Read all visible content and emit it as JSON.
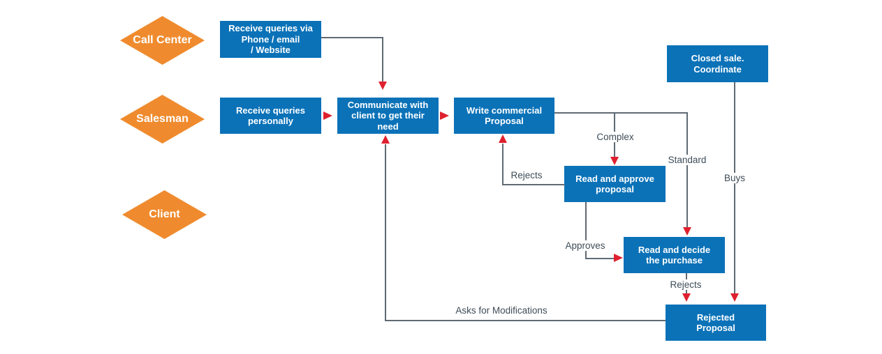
{
  "colors": {
    "box_blue": "#0b72b8",
    "diamond_orange": "#ef8b2e",
    "line_color": "#5f6a73",
    "arrow_red": "#df202e",
    "label_color": "#3e4c57",
    "box_text": "#ffffff",
    "canvas_bg": "#ffffff"
  },
  "lanes": {
    "call_center": "Call Center",
    "salesman": "Salesman",
    "client": "Client"
  },
  "nodes": {
    "receive_queries_channels": "Receive queries via\nPhone / email\n/ Website",
    "receive_queries_personally": "Receive queries\npersonally",
    "communicate_client_need": "Communicate with\nclient to get their\nneed",
    "write_commercial_proposal": "Write commercial\nProposal",
    "closed_sale_coordinate": "Closed sale.\nCoordinate",
    "read_approve_proposal": "Read and approve\nproposal",
    "read_decide_purchase": "Read and decide\nthe purchase",
    "rejected_proposal": "Rejected\nProposal"
  },
  "edge_labels": {
    "complex": "Complex",
    "standard": "Standard",
    "buys": "Buys",
    "rejects_to_writer": "Rejects",
    "approves": "Approves",
    "rejects_purchase": "Rejects",
    "asks_for_modifications": "Asks for Modifications"
  }
}
